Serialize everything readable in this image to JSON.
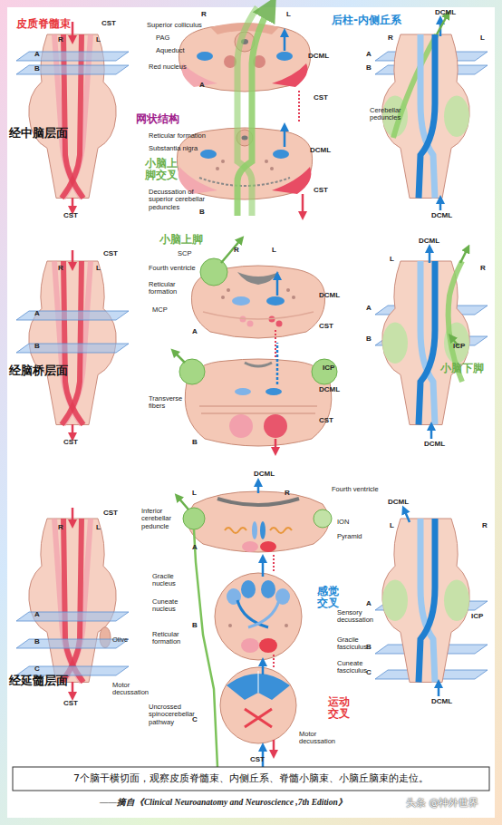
{
  "diagram": {
    "caption": "7个脑干横切面，观察皮质脊髓束、内侧丘系、脊髓小脑束、小脑丘脑束的走位。",
    "labels": [
      "皮质脊髓束",
      "CST",
      "R",
      "L",
      "A",
      "B",
      "经中脑层面",
      "CST",
      "Superior colliculus",
      "PAG",
      "Aqueduct",
      "Red nucleus",
      "R",
      "L",
      "A",
      "DCML",
      "CST",
      "网状结构",
      "Reticular formation",
      "Substantia nigra",
      "DCML",
      "小脑上 脚交叉",
      "Decussation of superior cerebellar peduncles",
      "CST",
      "B",
      "后柱-内侧丘系",
      "DCML",
      "R",
      "L",
      "A",
      "B",
      "Cerebellar peduncles",
      "DCML",
      "CST",
      "R",
      "L",
      "A",
      "B",
      "经脑桥层面",
      "CST",
      "小脑上脚",
      "SCP",
      "R",
      "L",
      "Fourth ventricle",
      "Reticular formation",
      "DCML",
      "MCP",
      "CST",
      "A",
      "ICP",
      "DCML",
      "Transverse fibers",
      "CST",
      "B",
      "DCML",
      "L",
      "R",
      "A",
      "B",
      "ICP",
      "小脑下脚",
      "DCML",
      "CST",
      "R",
      "L",
      "A",
      "B",
      "C",
      "Olive",
      "经延髓层面",
      "Motor decussation",
      "CST",
      "L",
      "R",
      "DCML",
      "Fourth ventricle",
      "Inferior cerebellar peduncle",
      "ION",
      "Pyramid",
      "A",
      "Gracile nucleus",
      "Cuneate nucleus",
      "感觉 交叉",
      "Sensory decussation",
      "B",
      "Reticular formation",
      "Gracile fasciculus",
      "Cuneate fasciculus",
      "Uncrossed spinocerebellar pathway",
      "C",
      "运动 交叉",
      "Motor decussation",
      "CST",
      "DCML",
      "L",
      "R",
      "A",
      "ICP",
      "B",
      "C",
      "DCML",
      "——摘自《Clinical Neuroanatomy and Neuroscience ,7th Edition》",
      "头条 @神外世界"
    ]
  }
}
